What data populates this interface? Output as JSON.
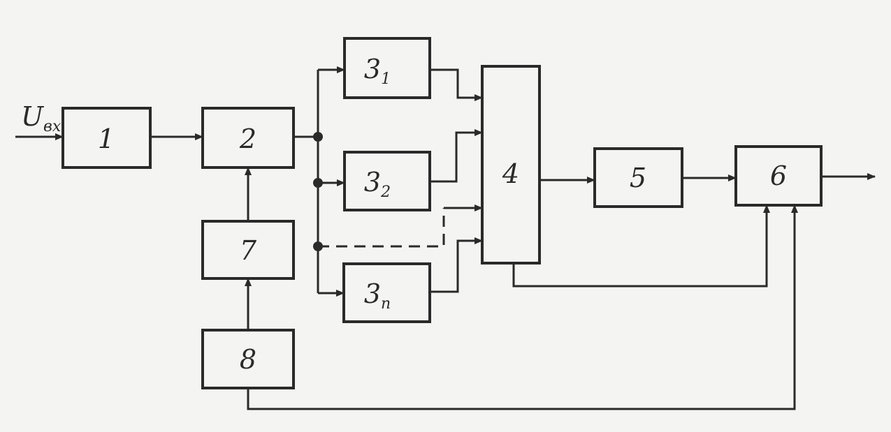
{
  "input_label": {
    "main": "U",
    "sub": "вх"
  },
  "blocks": {
    "b1": "1",
    "b2": "2",
    "b3_1": {
      "main": "3",
      "sub": "1"
    },
    "b3_2": {
      "main": "3",
      "sub": "2"
    },
    "b3_n": {
      "main": "3",
      "sub": "n"
    },
    "b4": "4",
    "b5": "5",
    "b6": "6",
    "b7": "7",
    "b8": "8"
  }
}
